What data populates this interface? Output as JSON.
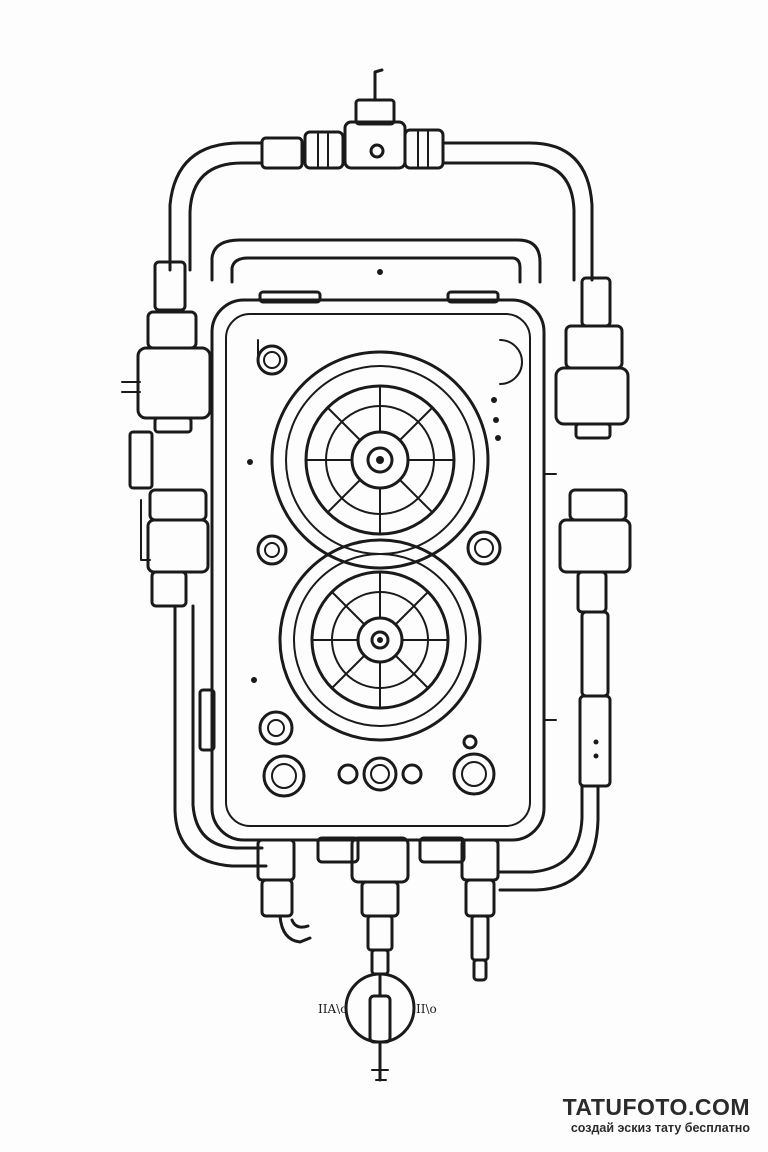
{
  "illustration": {
    "subject": "line-art boiler unit with two fans, pipes and valves",
    "colors": {
      "line": "#1a1a1a",
      "background": "#fdfdfd"
    },
    "labels": {
      "left_mark": "IIA\\o",
      "right_mark": "II\\o"
    }
  },
  "watermark": {
    "brand": "TATUFOTO.COM",
    "tagline": "создай эскиз тату бесплатно"
  }
}
